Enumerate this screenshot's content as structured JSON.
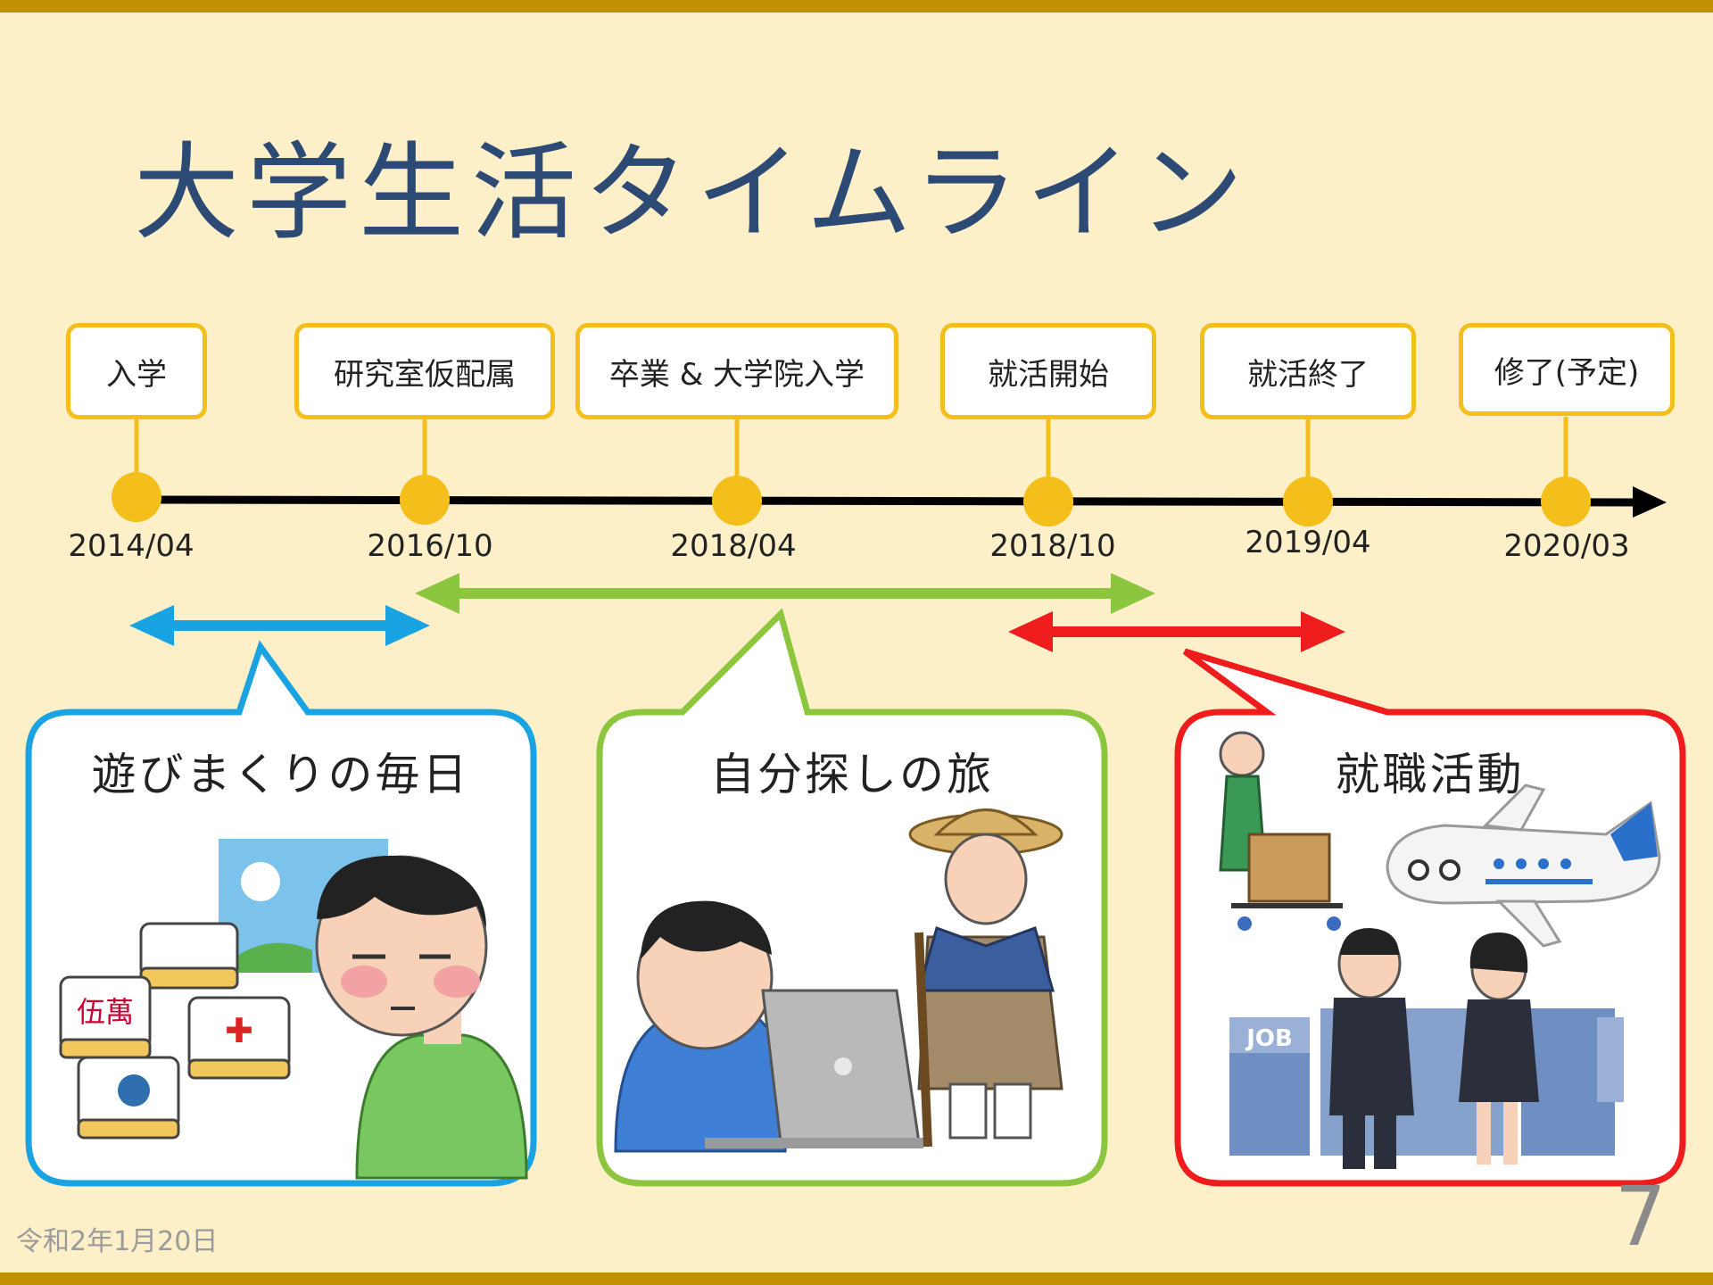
{
  "slide": {
    "title": "大学生活タイムライン",
    "footer_date": "令和2年1月20日",
    "page_number": "7"
  },
  "timeline": {
    "events": [
      {
        "label": "入学",
        "date": "2014/04"
      },
      {
        "label": "研究室仮配属",
        "date": "2016/10"
      },
      {
        "label": "卒業 & 大学院入学",
        "date": "2018/04"
      },
      {
        "label": "就活開始",
        "date": "2018/10"
      },
      {
        "label": "就活終了",
        "date": "2019/04"
      },
      {
        "label": "修了(予定)",
        "date": "2020/03"
      }
    ]
  },
  "periods": [
    {
      "title": "遊びまくりの毎日",
      "color": "#1aa3e3"
    },
    {
      "title": "自分探しの旅",
      "color": "#8cc63f"
    },
    {
      "title": "就職活動",
      "color": "#ee1c1c"
    }
  ],
  "illustrations": [
    {
      "name": "mahjong-lazy-student-icon"
    },
    {
      "name": "laptop-traveler-icon"
    },
    {
      "name": "job-hunting-icon"
    }
  ],
  "colors": {
    "accent": "#f5bf1b",
    "title": "#2c4a74",
    "frame": "#bf9100",
    "background": "#fdf0c8"
  },
  "job_sign": "JOB",
  "mahjong_tile_text": "伍萬"
}
